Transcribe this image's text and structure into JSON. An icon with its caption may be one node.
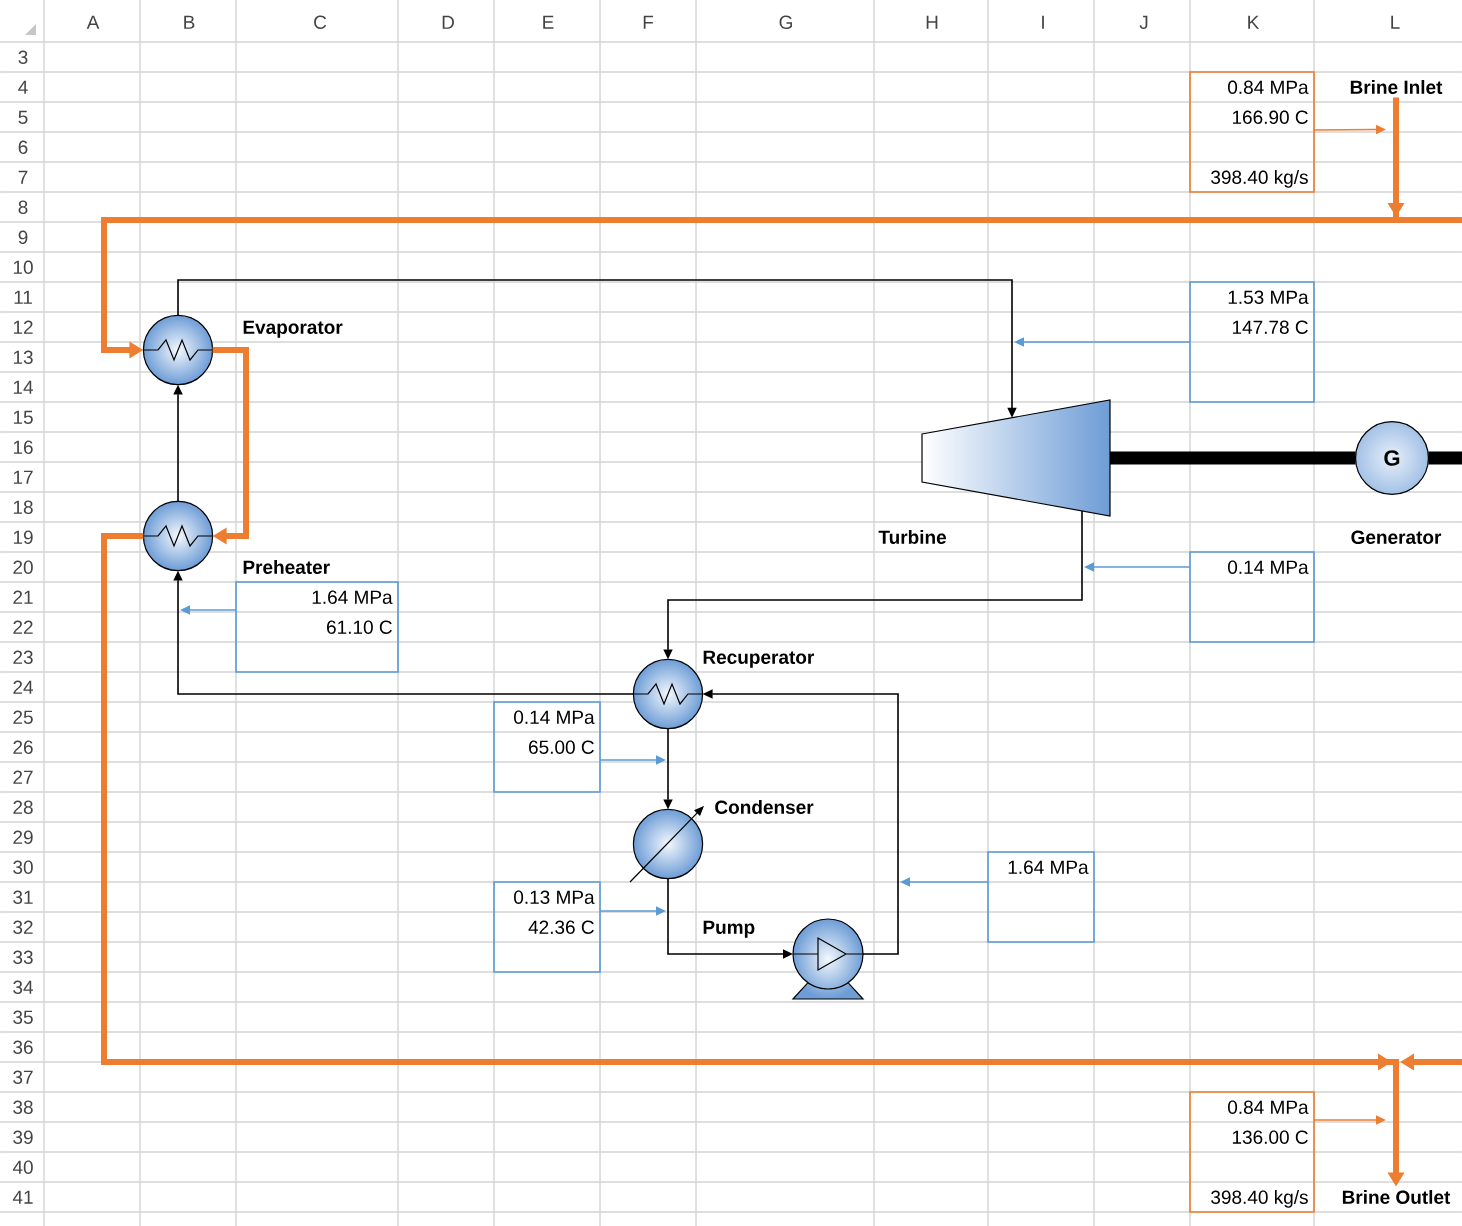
{
  "diagram": {
    "nodes": [
      {
        "text": [
          "0.84 MPa",
          "166.90 C",
          "398.40 kg/s"
        ]
      },
      {
        "text": [
          "Brine Inlet"
        ]
      },
      {
        "text": [
          "1.53 MPa",
          "147.78 C"
        ]
      },
      {
        "text": [
          "Evaporator"
        ]
      },
      {
        "text": [
          "Turbine"
        ]
      },
      {
        "text": [
          "G",
          "Generator"
        ]
      },
      {
        "text": [
          "Preheater"
        ]
      },
      {
        "text": [
          "0.14 MPa"
        ]
      },
      {
        "text": [
          "1.64 MPa",
          "61.10 C"
        ]
      },
      {
        "text": [
          "Recuperator"
        ]
      },
      {
        "text": [
          "0.14 MPa",
          "65.00 C"
        ]
      },
      {
        "text": [
          "Condenser"
        ]
      },
      {
        "text": [
          "1.64 MPa"
        ]
      },
      {
        "text": [
          "0.13 MPa",
          "42.36 C"
        ]
      },
      {
        "text": [
          "Pump"
        ]
      },
      {
        "text": [
          "0.84 MPa",
          "136.00 C",
          "398.40 kg/s"
        ]
      },
      {
        "text": [
          "Brine Outlet"
        ]
      }
    ],
    "edges": [
      {
        "from": 1,
        "to": 3,
        "arrow": "to",
        "style": "thick",
        "color": "#ed7d31"
      },
      {
        "from": 0,
        "to": 1,
        "arrow": "to",
        "color": "#ed7d31"
      },
      {
        "from": 3,
        "to": 6,
        "arrow": "to",
        "style": "thick",
        "color": "#ed7d31"
      },
      {
        "from": 6,
        "to": 16,
        "arrow": "to",
        "style": "thick",
        "color": "#ed7d31"
      },
      {
        "from": 15,
        "to": null,
        "arrow": "to",
        "color": "#ed7d31"
      },
      {
        "from": 2,
        "to": null,
        "arrow": "to",
        "color": "#5b9bd5"
      },
      {
        "from": 3,
        "to": 4,
        "arrow": "to"
      },
      {
        "from": 6,
        "to": 3,
        "arrow": "to"
      },
      {
        "from": 4,
        "to": 5,
        "arrow": "none",
        "style": "thick"
      },
      {
        "from": 4,
        "to": 9,
        "arrow": "to"
      },
      {
        "from": 7,
        "to": null,
        "arrow": "to",
        "color": "#5b9bd5"
      },
      {
        "from": 8,
        "to": null,
        "arrow": "to",
        "color": "#5b9bd5"
      },
      {
        "from": 9,
        "to": 6,
        "arrow": "to"
      },
      {
        "from": 10,
        "to": null,
        "arrow": "to",
        "color": "#5b9bd5"
      },
      {
        "from": 9,
        "to": 11,
        "arrow": "to"
      },
      {
        "from": 13,
        "to": null,
        "arrow": "to",
        "color": "#5b9bd5"
      },
      {
        "from": 11,
        "to": 14,
        "arrow": "to"
      },
      {
        "from": 12,
        "to": 14,
        "arrow": "to",
        "color": "#5b9bd5"
      },
      {
        "from": 14,
        "to": 9,
        "arrow": "to"
      }
    ],
    "labels": [
      "A",
      "B",
      "C",
      "D",
      "E",
      "F",
      "G",
      "H",
      "I",
      "J",
      "K",
      "L",
      "3",
      "4",
      "5",
      "6",
      "7",
      "8",
      "9",
      "10",
      "11",
      "12",
      "13",
      "14",
      "15",
      "16",
      "17",
      "18",
      "19",
      "20",
      "21",
      "22",
      "23",
      "24",
      "25",
      "26",
      "27",
      "28",
      "29",
      "30",
      "31",
      "32",
      "33",
      "34",
      "35",
      "36",
      "37",
      "38",
      "39",
      "40",
      "41"
    ]
  }
}
